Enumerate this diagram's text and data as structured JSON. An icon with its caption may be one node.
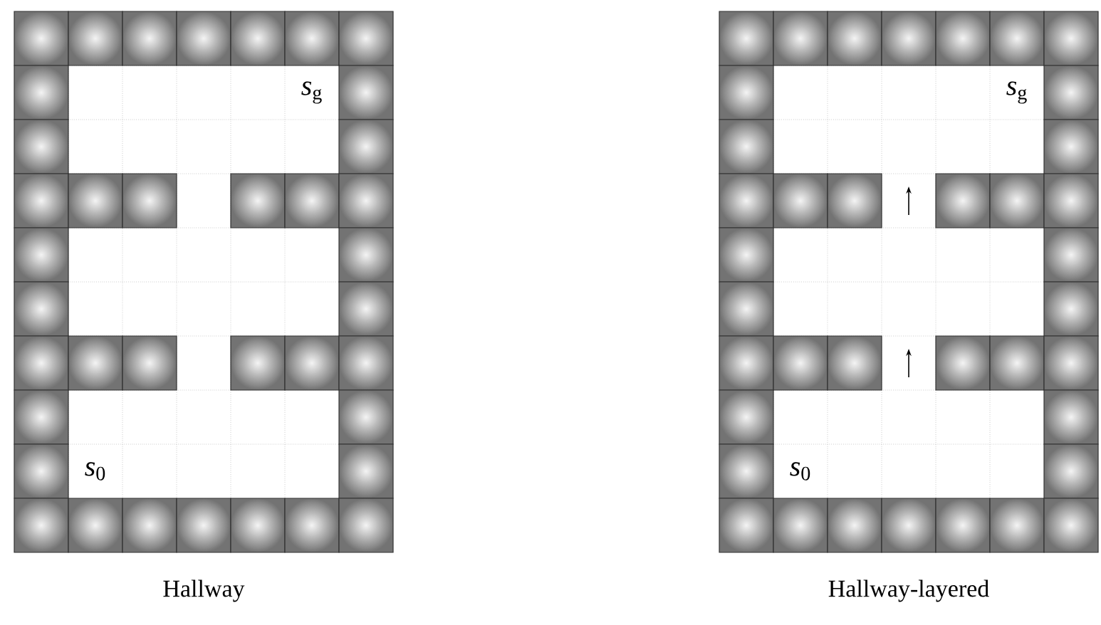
{
  "diagram": {
    "labels": [
      "*s*$_{g}$",
      "*s*$_{0}$",
      "Hallway",
      "*s*$_{g}$",
      "*s*$_{0}$",
      "Hallway-layered"
    ]
  }
}
